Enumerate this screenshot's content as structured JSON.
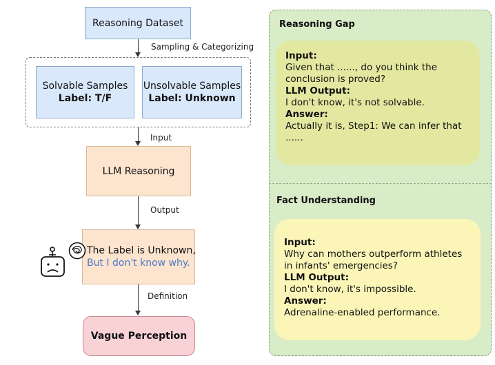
{
  "left": {
    "dataset": "Reasoning Dataset",
    "edge_sampling": "Sampling & Categorizing",
    "solvable": {
      "title": "Solvable Samples",
      "label": "Label: T/F"
    },
    "unsolvable": {
      "title": "Unsolvable Samples",
      "label": "Label: Unknown"
    },
    "edge_input": "Input",
    "llm": "LLM Reasoning",
    "edge_output": "Output",
    "result_line1": "The Label is Unknown,",
    "result_line2": "But I don't know why.",
    "edge_definition": "Definition",
    "vague": "Vague Perception"
  },
  "right": {
    "gap": {
      "title": "Reasoning Gap",
      "input_key": "Input:",
      "input_val": "Given that ......, do you think the conclusion is proved?",
      "output_key": "LLM Output:",
      "output_val": "I don't know, it's not solvable.",
      "answer_key": "Answer:",
      "answer_val": "Actually it is, Step1: We can infer that ......"
    },
    "fact": {
      "title": "Fact Understanding",
      "input_key": "Input:",
      "input_val": "Why can mothers outperform athletes in infants' emergencies?",
      "output_key": "LLM Output:",
      "output_val": "I don't know, it's impossible.",
      "answer_key": "Answer:",
      "answer_val": "Adrenaline-enabled performance."
    }
  },
  "colors": {
    "blue_box": "#dae8fc",
    "peach_box": "#fde4cf",
    "pink_box": "#f9d2d6",
    "panel_green": "#d9ecc8",
    "bubble_olive": "#e3e8a0",
    "bubble_yellow": "#fbf6b8",
    "blue_text": "#4a78c6"
  },
  "icons": [
    "robot-sad-icon",
    "confused-scribble-icon"
  ]
}
